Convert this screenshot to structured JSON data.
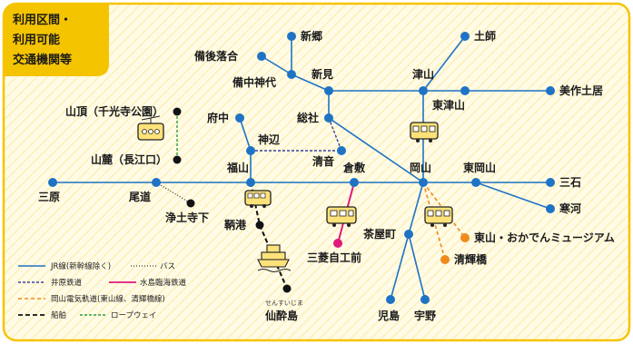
{
  "title": {
    "line1": "利用区間・",
    "line2": "利用可能",
    "line3": "交通機関等"
  },
  "colors": {
    "jr": "#1f73c4",
    "ibara": "#3b3f9e",
    "mizushima": "#e0197d",
    "okaden": "#f08a1c",
    "bg": "#fff8d8",
    "frame": "#f5c400"
  },
  "stations": {
    "sangou": "新郷",
    "tsuchishi": "土師",
    "bingo_ochiai": "備後落合",
    "bicchu_kojiro": "備中神代",
    "niimi": "新見",
    "tsuyama": "津山",
    "higashi_tsuyama": "東津山",
    "mimasaka_doi": "美作土居",
    "fuchu": "府中",
    "kannabe": "神辺",
    "souja": "総社",
    "kiyone": "清音",
    "fukuyama": "福山",
    "kurashiki": "倉敷",
    "okayama": "岡山",
    "higashi_okayama": "東岡山",
    "saidaiji": "三石",
    "sakazu": "寒河",
    "mihara": "三原",
    "onomichi": "尾道",
    "jodoji": "浄土寺下",
    "tomo": "鞆港",
    "sensui": "仙酔島",
    "sensui_ruby": "せんすいじま",
    "chayamachi": "茶屋町",
    "kojima": "児島",
    "uno": "宇野",
    "mitsubishi": "三菱自工前",
    "higashiyama": "東山・おかでんミュージアム",
    "seikibashi": "清輝橋",
    "sancho": "山頂（千光寺公園）",
    "sanroku": "山麓（長江口）"
  },
  "legend": {
    "jr": "JR線(新幹線除く)",
    "bus": "バス",
    "ibara": "井原鉄道",
    "mizushima": "水島臨海鉄道",
    "okaden": "岡山電気軌道(東山線、清輝橋線)",
    "ferry": "船舶",
    "ropeway": "ロープウェイ"
  }
}
